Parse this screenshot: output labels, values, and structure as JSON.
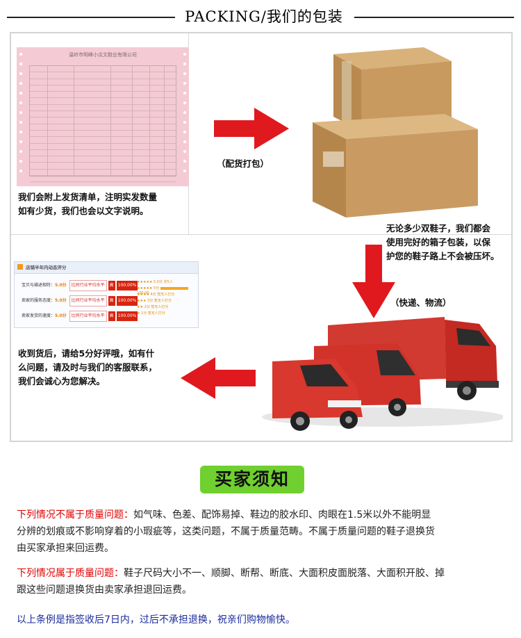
{
  "header": {
    "title": "PACKING/我们的包装"
  },
  "steps": {
    "invoice_caption": "我们会附上发货清单，注明实发数量如有少货，我们也会以文字说明。",
    "invoice_caption_lines": [
      "我们会附上发货清单，注明实发数量",
      "如有少货，我们也会以文字说明。"
    ],
    "packing_label": "（配货打包）",
    "box_caption_lines": [
      "无论多少双鞋子，我们都会",
      "使用完好的箱子包装，以保",
      "护您的鞋子路上不会被压坏。"
    ],
    "shipping_label": "（快递、物流）",
    "review_caption_lines": [
      "收到货后，请给5分好评哦，如有什",
      "么问题，请及时与我们的客服联系，",
      "我们会诚心为您解决。"
    ]
  },
  "invoice_doc": {
    "title": "温岭市明峰小瓜文鞋业有限公司"
  },
  "rating_widget": {
    "title": "店铺半年内动态评分",
    "rows": [
      {
        "label": "宝贝与描述相符：",
        "score": "5.0分",
        "compare": "比同行业平均水平",
        "badge": "高",
        "pct": "100.00%"
      },
      {
        "label": "卖家的服务态度：",
        "score": "5.0分",
        "compare": "比同行业平均水平",
        "badge": "高",
        "pct": "100.00%"
      },
      {
        "label": "卖家发货的速度：",
        "score": "5.0分",
        "compare": "比同行业平均水平",
        "badge": "高",
        "pct": "100.00%"
      }
    ],
    "star_summary": "5.0分 共5人",
    "star_rows": [
      {
        "label": "5分",
        "share": 1.0,
        "value": "100.00"
      },
      {
        "label": "4分",
        "share": 0.0,
        "value": "暂无人打分"
      },
      {
        "label": "3分",
        "share": 0.0,
        "value": "暂无人打分"
      },
      {
        "label": "2分",
        "share": 0.0,
        "value": "暂无人打分"
      },
      {
        "label": "1分",
        "share": 0.0,
        "value": "暂无人打分"
      }
    ]
  },
  "buyer_notice": {
    "title": "买家须知",
    "p1_lead": "下列情况不属于质量问题：",
    "p1_line1": "如气味、色差、配饰易掉、鞋边的胶水印、肉眼在1.5米以外不能明显",
    "p1_line2": "分辨的划痕或不影响穿着的小瑕疵等，这类问题，不属于质量范畴。不属于质量问题的鞋子退换货",
    "p1_line3": "由买家承担来回运费。",
    "p2_lead": "下列情况属于质量问题：",
    "p2_line1": "鞋子尺码大小不一、顺脚、断帮、断底、大面积皮面脱落、大面积开胶、掉",
    "p2_line2": "跟这些问题退换货由卖家承担退回运费。",
    "p3": "以上条例是指签收后7日内，过后不承担退换，祝亲们购物愉快。"
  },
  "colors": {
    "accent_red": "#e0191f",
    "notice_green": "#6fd02f",
    "notice_blue": "#1a2a9c",
    "box_brown": "#c49a5a",
    "truck_red": "#cc2a22"
  }
}
